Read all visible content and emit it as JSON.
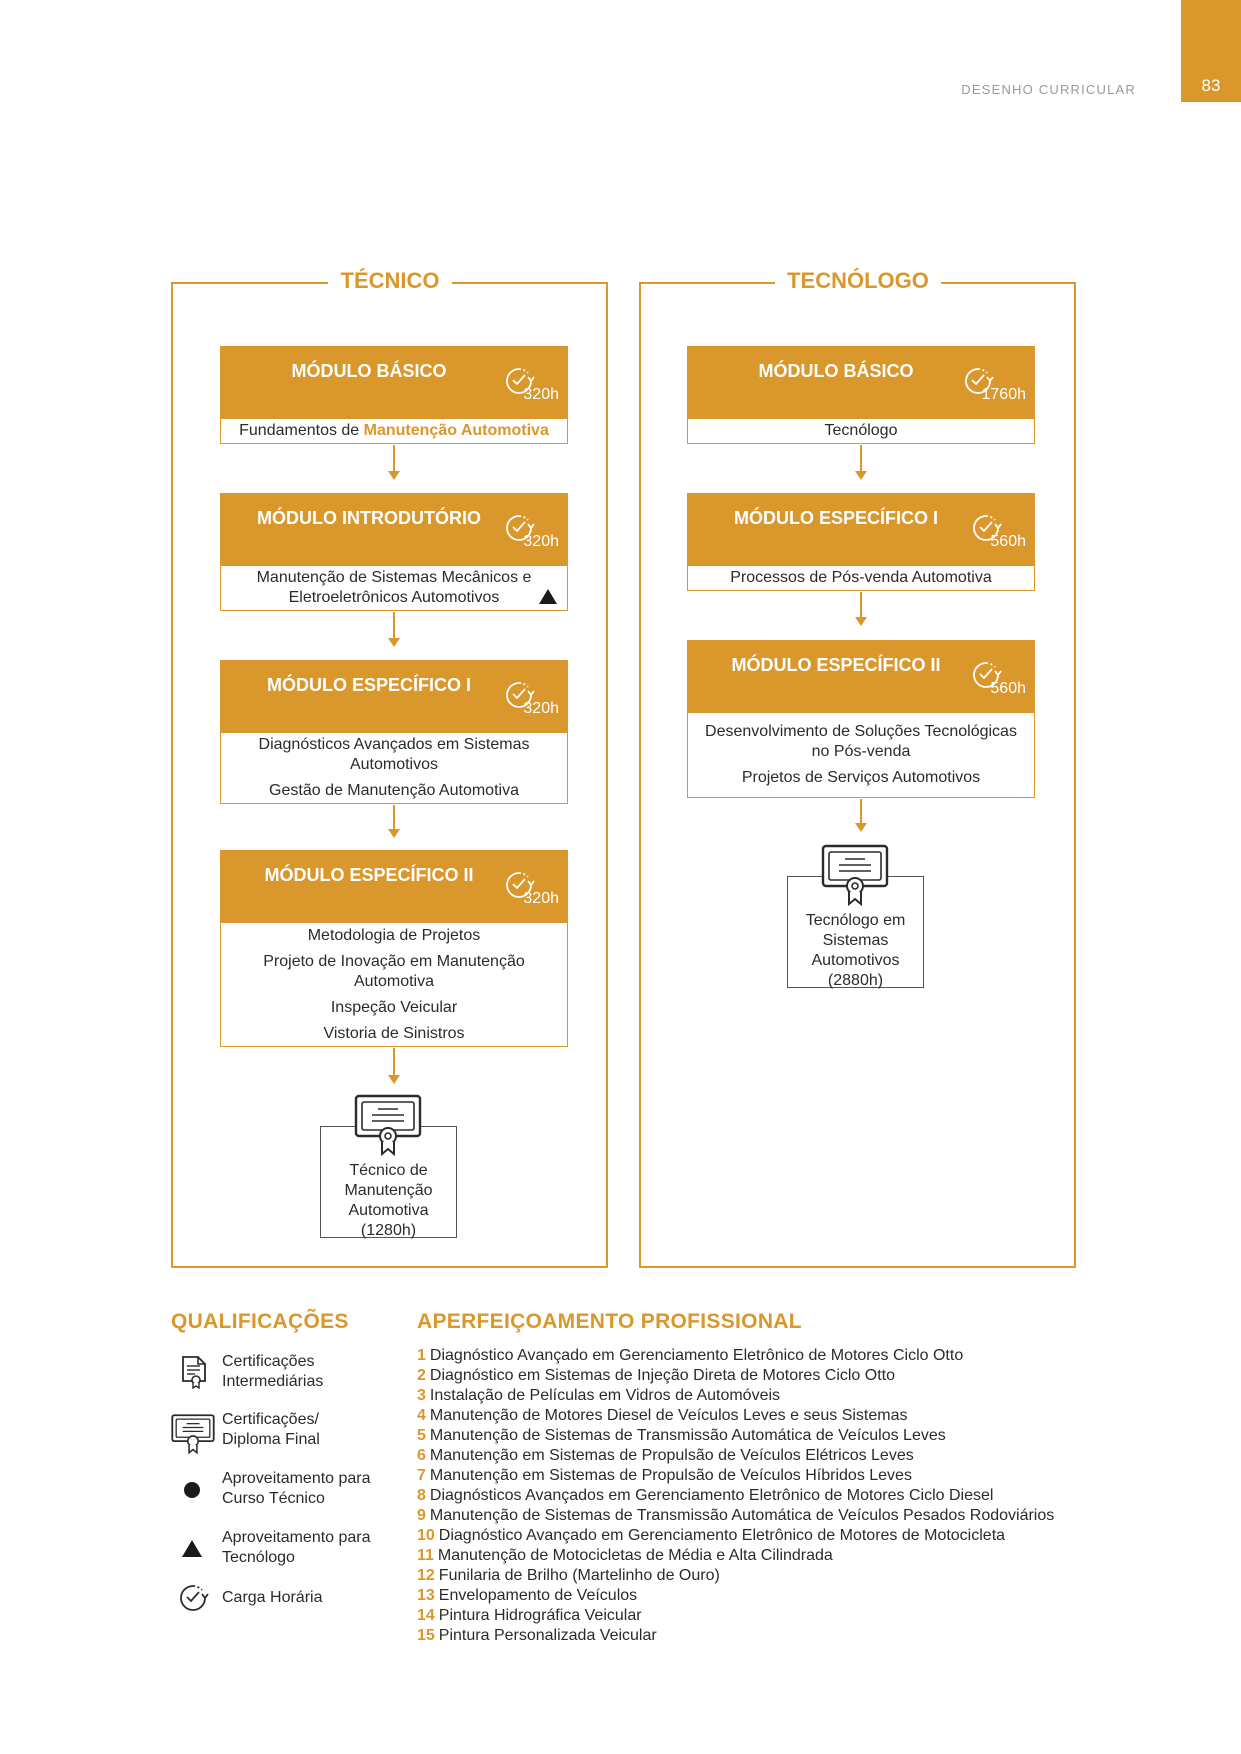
{
  "header": {
    "section_label": "DESENHO CURRICULAR",
    "page_number": "83"
  },
  "tecnico": {
    "title": "TÉCNICO",
    "modules": [
      {
        "title": "MÓDULO BÁSICO",
        "hours": "320h",
        "items": [
          "Fundamentos de "
        ],
        "highlight": "Manutenção Automotiva"
      },
      {
        "title": "MÓDULO INTRODUTÓRIO",
        "hours": "320h",
        "items": [
          "Manutenção de Sistemas Mecânicos e Eletroeletrônicos Automotivos"
        ],
        "marker": "triangle"
      },
      {
        "title": "MÓDULO ESPECÍFICO I",
        "hours": "320h",
        "items": [
          "Diagnósticos Avançados em Sistemas Automotivos",
          "Gestão de Manutenção Automotiva"
        ]
      },
      {
        "title": "MÓDULO ESPECÍFICO II",
        "hours": "320h",
        "items": [
          "Metodologia de Projetos",
          "Projeto de Inovação em Manutenção Automotiva",
          "Inspeção Veicular",
          "Vistoria de Sinistros"
        ]
      }
    ],
    "certificate": "Técnico de Manutenção Automotiva (1280h)"
  },
  "tecnologo": {
    "title": "TECNÓLOGO",
    "modules": [
      {
        "title": "MÓDULO BÁSICO",
        "hours": "1760h",
        "items": [
          "Tecnólogo"
        ]
      },
      {
        "title": "MÓDULO ESPECÍFICO I",
        "hours": "560h",
        "items": [
          "Processos de Pós-venda Automotiva"
        ]
      },
      {
        "title": "MÓDULO ESPECÍFICO II",
        "hours": "560h",
        "items": [
          "Desenvolvimento de Soluções Tecnológicas no Pós-venda",
          "Projetos de Serviços Automotivos"
        ]
      }
    ],
    "certificate": "Tecnólogo em Sistemas Automotivos (2880h)"
  },
  "qualificacoes": {
    "title": "QUALIFICAÇÕES",
    "items": [
      {
        "icon": "document-certificate-icon",
        "label": "Certificações Intermediárias"
      },
      {
        "icon": "diploma-icon",
        "label": "Certificações/ Diploma Final"
      },
      {
        "icon": "circle-icon",
        "label": "Aproveitamento para Curso Técnico"
      },
      {
        "icon": "triangle-icon",
        "label": "Aproveitamento para Tecnólogo"
      },
      {
        "icon": "clock-icon",
        "label": "Carga Horária"
      }
    ]
  },
  "aperfeicoamento": {
    "title": "APERFEIÇOAMENTO PROFISSIONAL",
    "items": [
      {
        "num": "1",
        "text": "Diagnóstico Avançado em Gerenciamento Eletrônico de Motores Ciclo Otto"
      },
      {
        "num": "2",
        "text": "Diagnóstico em Sistemas de Injeção Direta de Motores Ciclo Otto"
      },
      {
        "num": "3",
        "text": "Instalação de Películas em Vidros de Automóveis"
      },
      {
        "num": "4",
        "text": "Manutenção de Motores Diesel de Veículos Leves e seus Sistemas"
      },
      {
        "num": "5",
        "text": "Manutenção de Sistemas de Transmissão Automática de Veículos Leves"
      },
      {
        "num": "6",
        "text": "Manutenção em Sistemas de Propulsão de Veículos Elétricos Leves"
      },
      {
        "num": "7",
        "text": "Manutenção em Sistemas de Propulsão de Veículos Híbridos Leves"
      },
      {
        "num": "8",
        "text": "Diagnósticos Avançados em Gerenciamento Eletrônico de Motores Ciclo Diesel"
      },
      {
        "num": "9",
        "text": "Manutenção de Sistemas de Transmissão Automática de Veículos Pesados Rodoviários"
      },
      {
        "num": "10",
        "text": "Diagnóstico Avançado em Gerenciamento Eletrônico de Motores de Motocicleta"
      },
      {
        "num": "11",
        "text": "Manutenção de Motocicletas de Média e Alta Cilindrada"
      },
      {
        "num": "12",
        "text": "Funilaria de Brilho (Martelinho de Ouro)"
      },
      {
        "num": "13",
        "text": "Envelopamento de Veículos"
      },
      {
        "num": "14",
        "text": "Pintura Hidrográfica Veicular"
      },
      {
        "num": "15",
        "text": "Pintura Personalizada Veicular"
      }
    ]
  }
}
